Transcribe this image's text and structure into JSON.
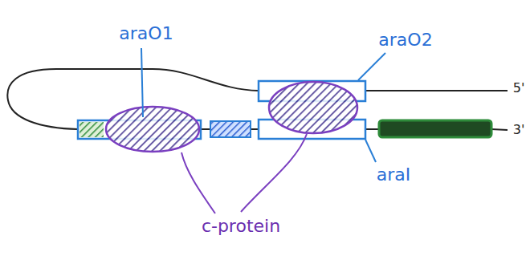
{
  "diagram": {
    "labels": [
      "araO1",
      "araO2",
      "araI",
      "c-protein",
      "5'",
      "3'"
    ]
  }
}
